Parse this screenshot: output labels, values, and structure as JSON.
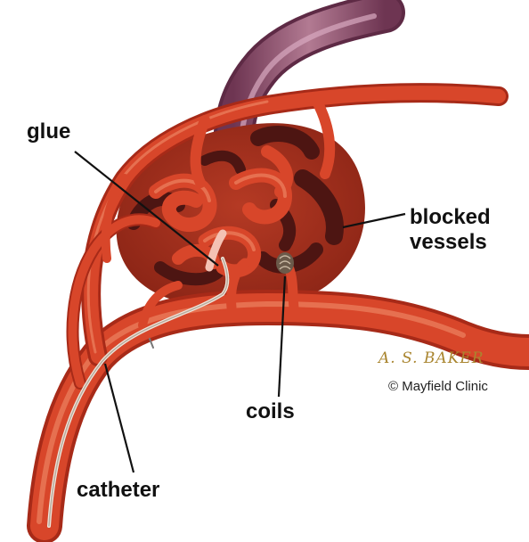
{
  "labels": {
    "glue": "glue",
    "blocked_line1": "blocked",
    "blocked_line2": "vessels",
    "coils": "coils",
    "catheter": "catheter"
  },
  "signature": "A. S. BAKER",
  "credit": "© Mayfield Clinic",
  "colors": {
    "vessel": "#d8462a",
    "vessel_dark": "#a72a18",
    "vessel_highlight": "#f08c6a",
    "blocked": "#5a1a16",
    "vein": "#8a4a66",
    "signature": "#a9852f"
  }
}
